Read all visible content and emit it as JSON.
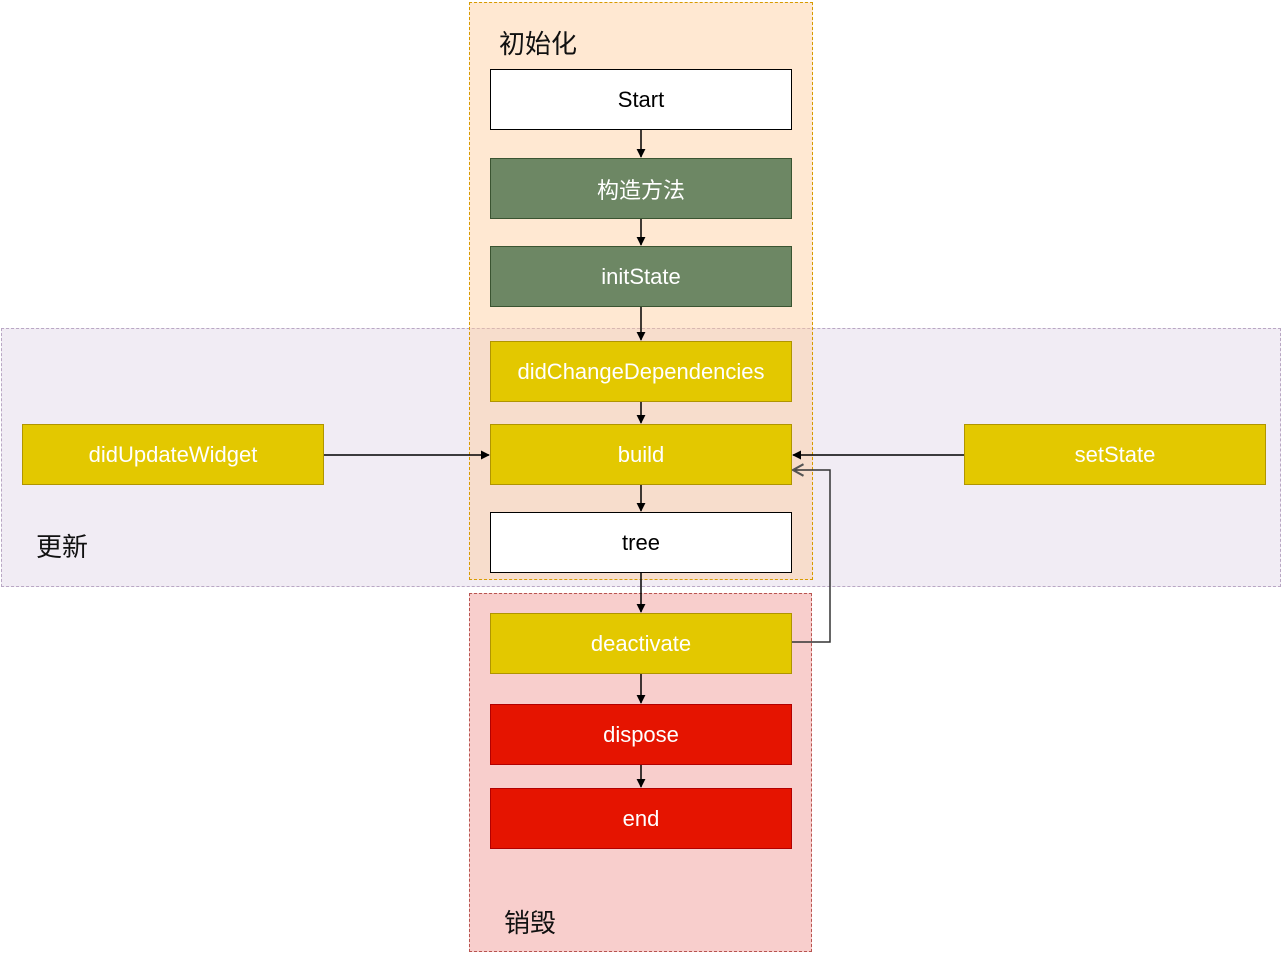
{
  "regions": {
    "init": {
      "label": "初始化"
    },
    "update": {
      "label": "更新"
    },
    "destroy": {
      "label": "销毁"
    }
  },
  "nodes": {
    "start": "Start",
    "constructor": "构造方法",
    "init_state": "initState",
    "did_change_dependencies": "didChangeDependencies",
    "build": "build",
    "tree": "tree",
    "did_update_widget": "didUpdateWidget",
    "set_state": "setState",
    "deactivate": "deactivate",
    "dispose": "dispose",
    "end": "end"
  },
  "colors": {
    "white_node": "#ffffff",
    "green_node": "#6d8764",
    "yellow_node": "#e3c800",
    "red_node": "#e51400",
    "init_region": "#ffe6cc",
    "update_region": "#e1d5e7",
    "destroy_region": "#f8cecc"
  }
}
